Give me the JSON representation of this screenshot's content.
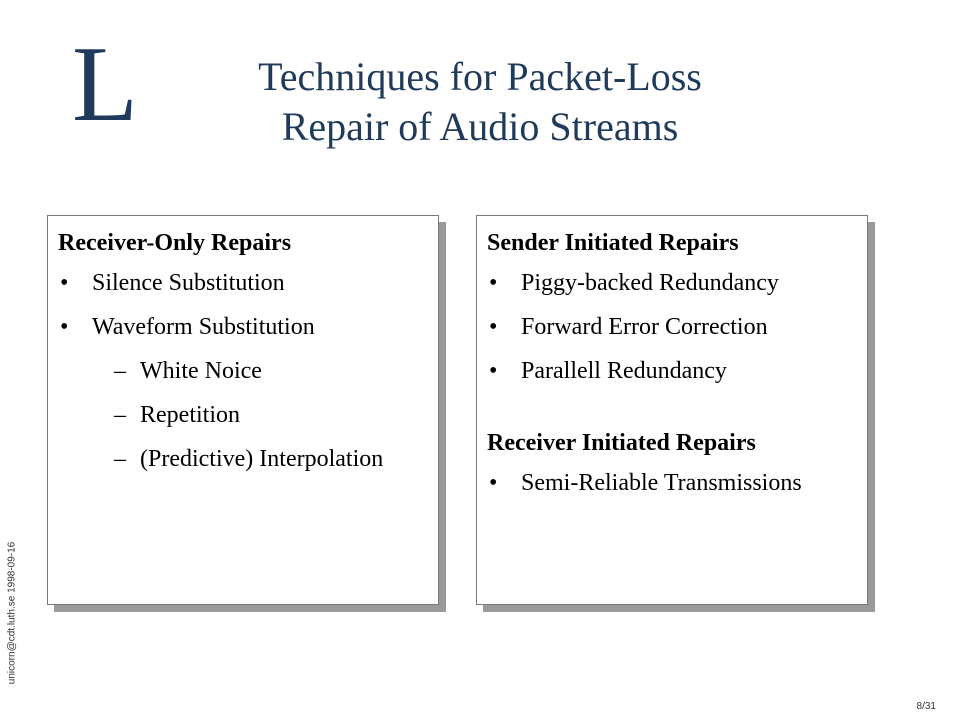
{
  "logo": {
    "letter": "L",
    "color": "#1f3a5a"
  },
  "title": {
    "line1": "Techniques for Packet-Loss",
    "line2": "Repair of Audio Streams"
  },
  "left_panel": {
    "heading": "Receiver-Only Repairs",
    "items": [
      {
        "text": "Silence Substitution"
      },
      {
        "text": "Waveform Substitution"
      }
    ],
    "subitems": [
      {
        "text": "White Noice"
      },
      {
        "text": "Repetition"
      },
      {
        "text": "(Predictive) Interpolation"
      }
    ]
  },
  "right_panel": {
    "heading1": "Sender Initiated Repairs",
    "items1": [
      {
        "text": "Piggy-backed Redundancy"
      },
      {
        "text": "Forward Error Correction"
      },
      {
        "text": "Parallell Redundancy"
      }
    ],
    "heading2": "Receiver Initiated Repairs",
    "items2": [
      {
        "text": "Semi-Reliable Transmissions"
      }
    ]
  },
  "symbols": {
    "bullet": "•",
    "dash": "–"
  },
  "footer": {
    "side_text": "unicorn@cdt.luth.se    1998-09-16",
    "page": "8/31"
  }
}
